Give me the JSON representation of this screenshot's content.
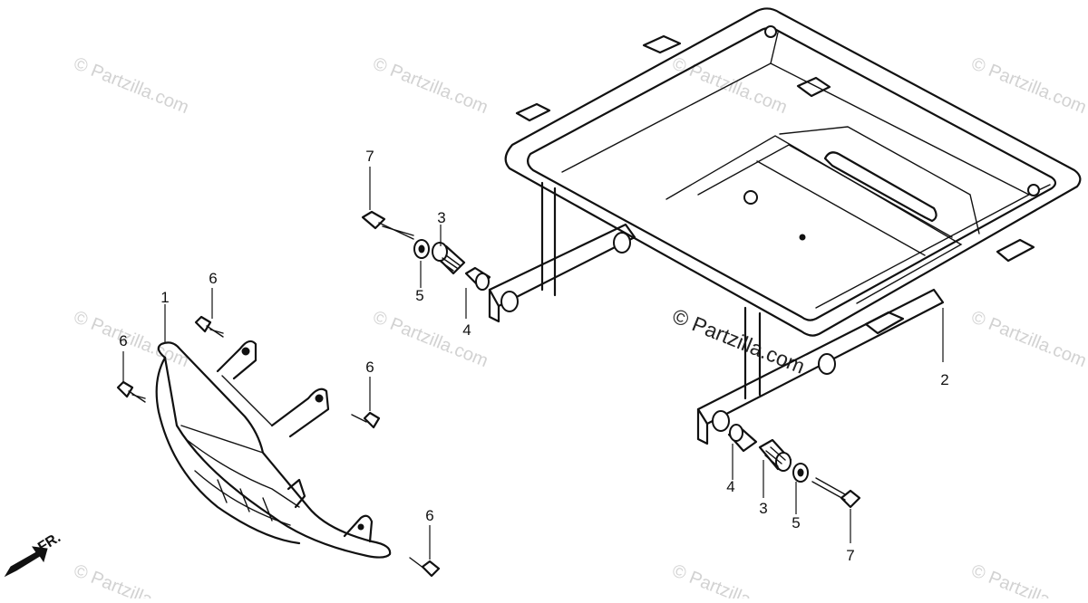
{
  "watermark": {
    "text": "© Partzilla.com"
  },
  "direction_arrow": {
    "label": "FR.",
    "icon": "front-direction-arrow-icon"
  },
  "callouts": [
    {
      "id": "skid-plate",
      "label": "1"
    },
    {
      "id": "carrier-frame",
      "label": "2"
    },
    {
      "id": "collar-left",
      "label": "3"
    },
    {
      "id": "collar-right",
      "label": "3"
    },
    {
      "id": "bushing-left",
      "label": "4"
    },
    {
      "id": "bushing-right",
      "label": "4"
    },
    {
      "id": "washer-left",
      "label": "5"
    },
    {
      "id": "washer-right",
      "label": "5"
    },
    {
      "id": "bolt-top",
      "label": "6"
    },
    {
      "id": "bolt-left",
      "label": "6"
    },
    {
      "id": "bolt-mid",
      "label": "6"
    },
    {
      "id": "bolt-bottom",
      "label": "6"
    },
    {
      "id": "flange-bolt-left",
      "label": "7"
    },
    {
      "id": "flange-bolt-right",
      "label": "7"
    }
  ],
  "colors": {
    "ink": "#111111",
    "watermark": "#d2d2d2",
    "background": "#ffffff"
  }
}
